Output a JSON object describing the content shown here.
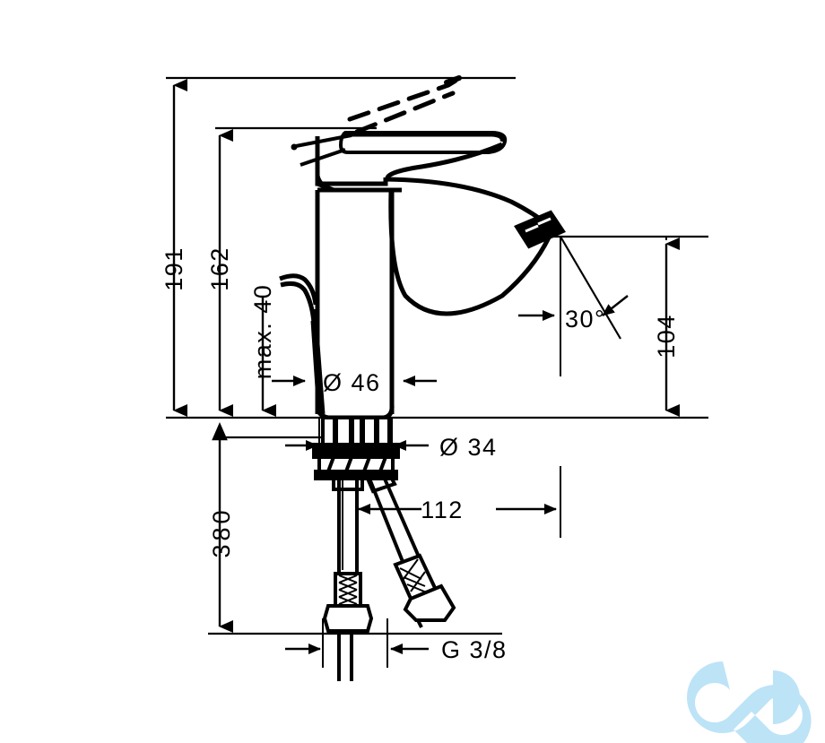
{
  "drawing": {
    "title": "Single-lever basin mixer technical dimension drawing",
    "product": "single-lever basin mixer",
    "units": "mm",
    "line_color": "#000000",
    "background_color": "#ffffff",
    "watermark_color": "#bde3f7",
    "watermark_name": "cd-infinity-logo"
  },
  "dimensions": {
    "total_height": "191",
    "lever_height": "162",
    "max_opening": "max. 40",
    "body_diameter": "Ø 46",
    "base_diameter": "Ø 34",
    "spout_height": "104",
    "spout_angle": "30°",
    "spout_reach": "112",
    "hose_length": "380",
    "thread": "G 3/8"
  },
  "chart_data": {
    "type": "table",
    "title": "Dimension callouts (mm)",
    "categories": [
      "total_height",
      "lever_height",
      "max_opening",
      "body_diameter",
      "base_diameter",
      "spout_height",
      "spout_angle",
      "spout_reach",
      "hose_length",
      "thread"
    ],
    "values": [
      191,
      162,
      40,
      46,
      34,
      104,
      30,
      112,
      380,
      null
    ],
    "labels": [
      "191",
      "162",
      "max. 40",
      "Ø 46",
      "Ø 34",
      "104",
      "30°",
      "112",
      "380",
      "G 3/8"
    ],
    "xlabel": "",
    "ylabel": "",
    "grid": false
  }
}
